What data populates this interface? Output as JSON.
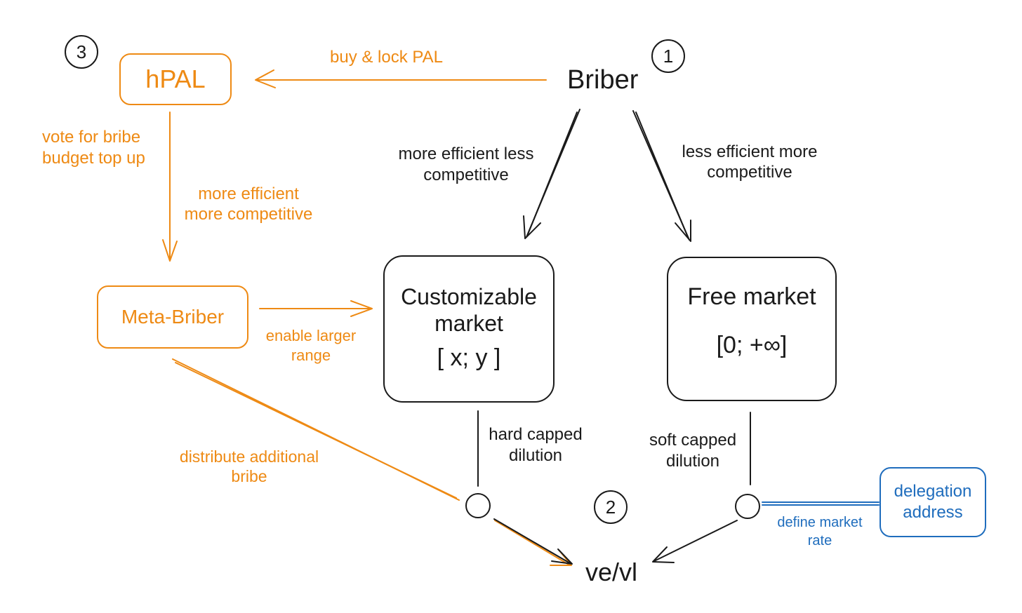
{
  "nodes": {
    "hpal": "hPAL",
    "briber": "Briber",
    "meta_briber": "Meta-Briber",
    "customizable_title": "Customizable market",
    "customizable_range": "[ x; y ]",
    "free_title": "Free market",
    "free_range": "[0; +∞]",
    "delegation": "delegation address",
    "vevl": "ve/vl"
  },
  "badges": {
    "one": "1",
    "two": "2",
    "three": "3"
  },
  "labels": {
    "buy_lock": "buy & lock PAL",
    "vote": "vote for bribe budget top up",
    "orange_efficient": "more efficient more competitive",
    "black_more_efficient": "more efficient less competitive",
    "black_less_efficient": "less efficient more competitive",
    "enable_range": "enable larger range",
    "distribute": "distribute additional bribe",
    "hard_capped": "hard capped dilution",
    "soft_capped": "soft capped dilution",
    "define_rate": "define market rate"
  },
  "colors": {
    "orange": "#ee8a14",
    "black": "#1a1a1a",
    "blue": "#1f6dbd"
  }
}
